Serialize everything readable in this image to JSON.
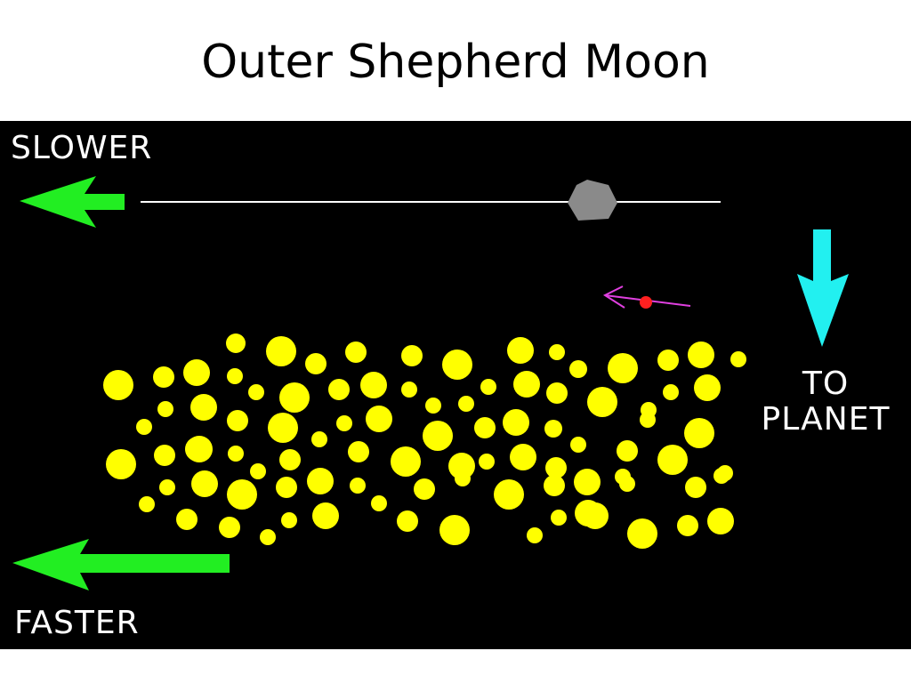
{
  "slide": {
    "title": "Outer Shepherd Moon"
  },
  "labels": {
    "slower": "SLOWER",
    "faster": "FASTER",
    "to": "TO",
    "planet": "PLANET"
  },
  "colors": {
    "background": "#000000",
    "arrow_green": "#22ee22",
    "arrow_cyan": "#22f0f0",
    "ring_particle": "#ffff00",
    "moon": "#8a8a8a",
    "orbit_line": "#ffffff",
    "particle_red": "#ff2020",
    "velocity_magenta": "#e040e0"
  },
  "icons": {
    "slower_arrow": "left-arrow-icon",
    "faster_arrow": "left-arrow-icon",
    "planet_arrow": "down-arrow-icon",
    "moon": "pentagon-moon-icon"
  }
}
